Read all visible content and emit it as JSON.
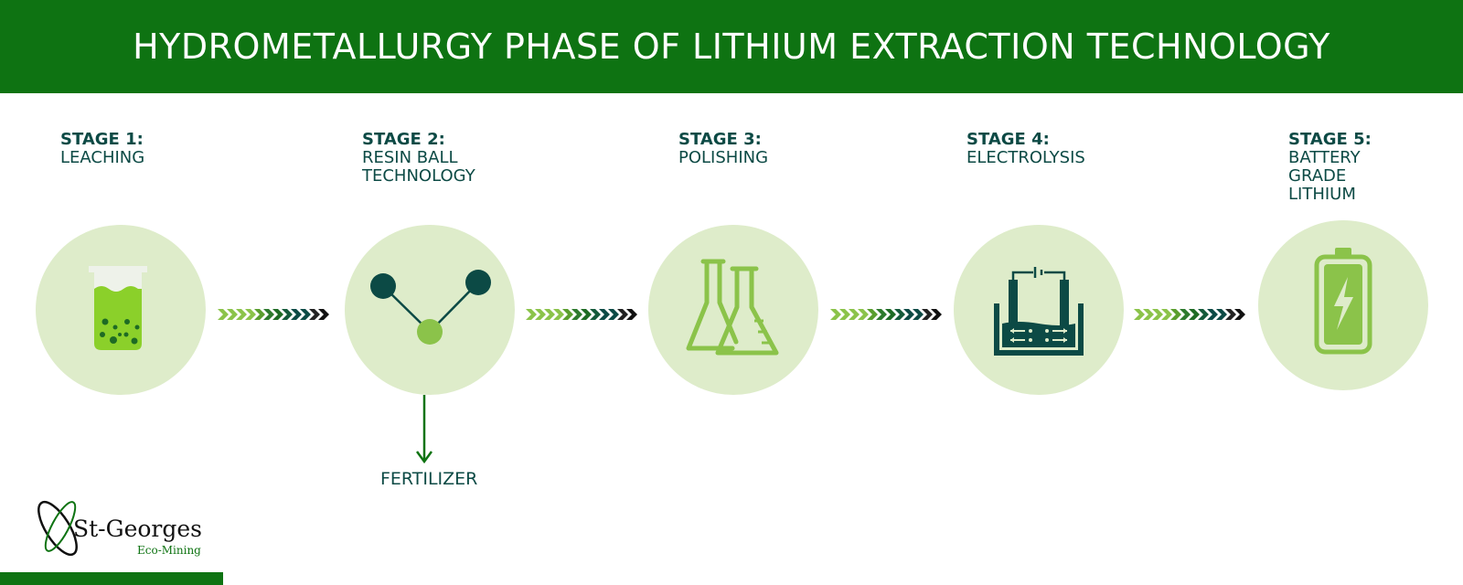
{
  "title": "HYDROMETALLURGY PHASE OF LITHIUM EXTRACTION TECHNOLOGY",
  "stages": [
    {
      "number": "STAGE 1:",
      "name": "LEACHING",
      "icon": "beaker-icon"
    },
    {
      "number": "STAGE 2:",
      "name": "RESIN BALL\nTECHNOLOGY",
      "icon": "molecule-icon"
    },
    {
      "number": "STAGE 3:",
      "name": "POLISHING",
      "icon": "flasks-icon"
    },
    {
      "number": "STAGE 4:",
      "name": "ELECTROLYSIS",
      "icon": "electrolysis-cell-icon"
    },
    {
      "number": "STAGE 5:",
      "name": "BATTERY\nGRADE\nLITHIUM",
      "icon": "battery-icon"
    }
  ],
  "byproduct": {
    "label": "FERTILIZER"
  },
  "logo": {
    "brand": "St-Georges",
    "sub": "Eco-Mining"
  },
  "colors": {
    "header_green": "#0e7312",
    "circle_fill": "#deecca",
    "icon_light_green": "#8bc34a",
    "icon_dark_teal": "#0c4a45"
  }
}
